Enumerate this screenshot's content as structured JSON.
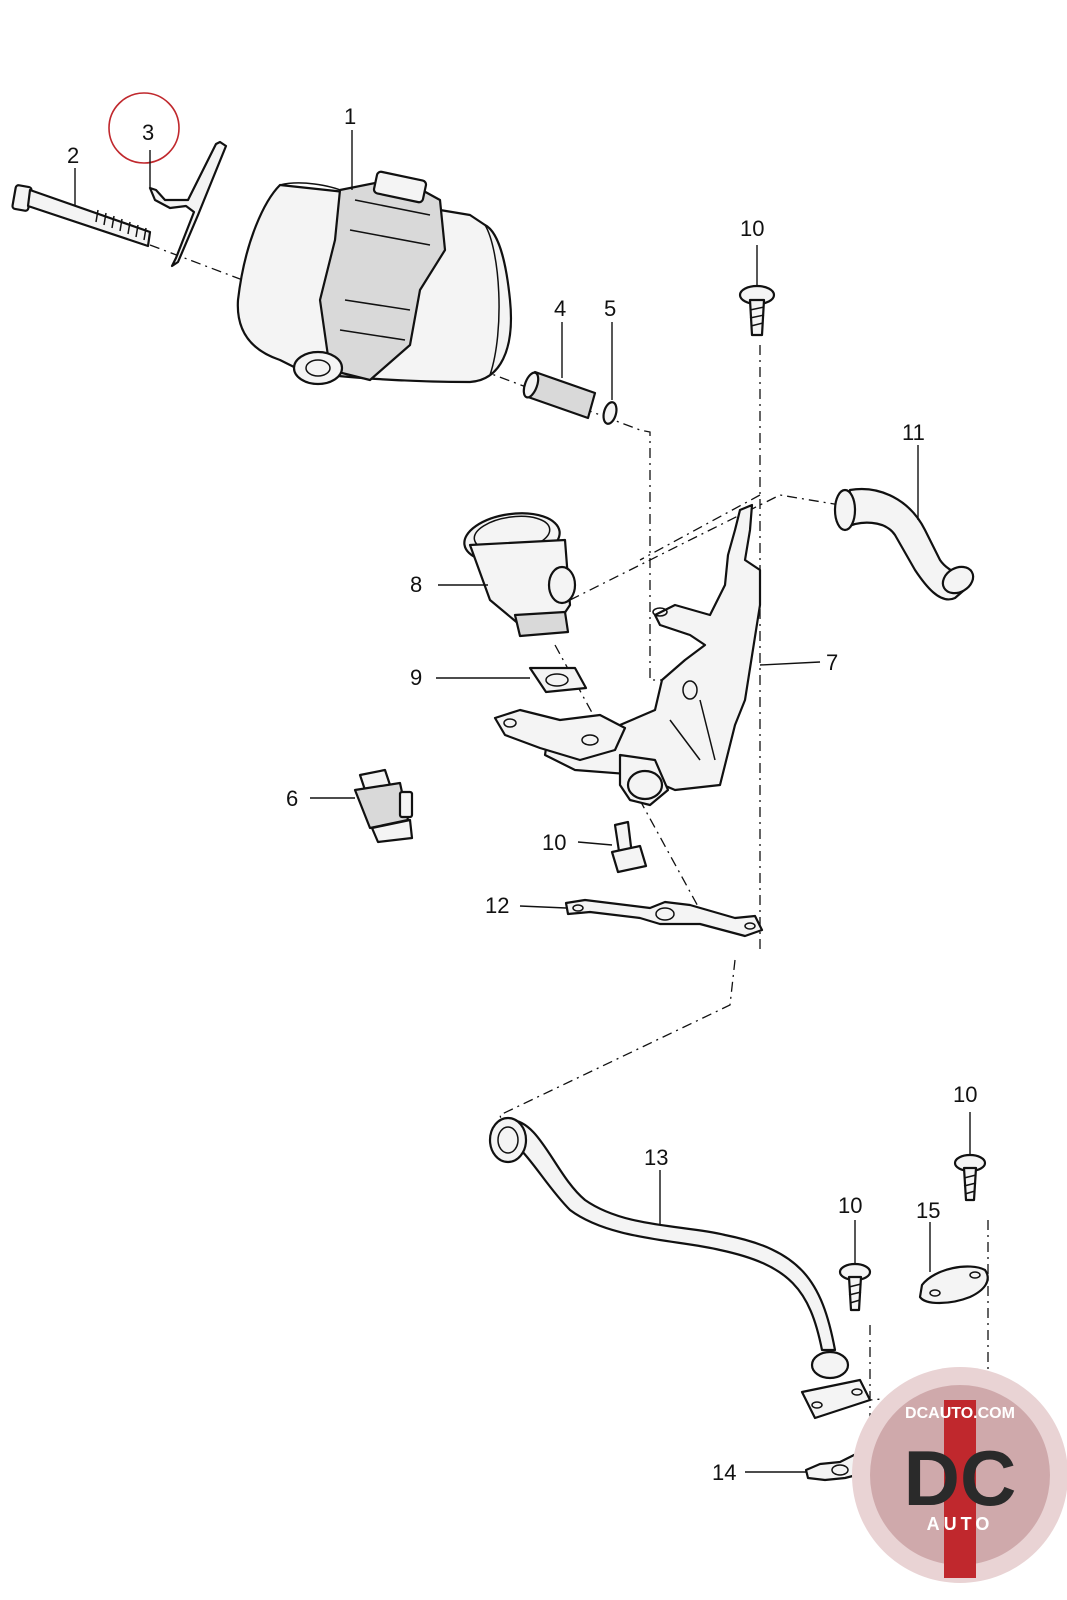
{
  "diagram": {
    "callouts": {
      "p1": "1",
      "p2": "2",
      "p3": "3",
      "p4": "4",
      "p5": "5",
      "p6": "6",
      "p7": "7",
      "p8": "8",
      "p9": "9",
      "p10a": "10",
      "p10b": "10",
      "p10c": "10",
      "p10d": "10",
      "p11": "11",
      "p12": "12",
      "p13": "13",
      "p14": "14",
      "p15": "15"
    },
    "highlight_color": "#c0282d"
  },
  "watermark": {
    "site": "DCAUTO.COM",
    "brand": "DC",
    "sub": "AUTO",
    "accent_color": "#c0282d"
  }
}
